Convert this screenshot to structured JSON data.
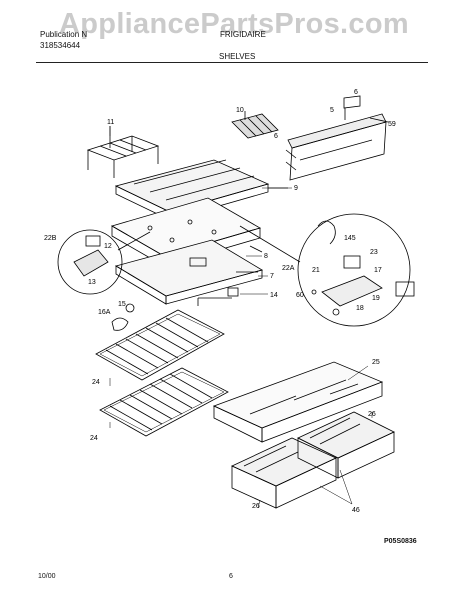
{
  "watermark": "AppliancePartsPros.com",
  "header": {
    "left_line1": "Publication N",
    "left_line2": "318534644",
    "brand": "FRIGIDAIRE",
    "section_title": "SHELVES"
  },
  "footer": {
    "date": "10/00",
    "page": "6",
    "drawing_code": "P05S0836"
  },
  "callouts": {
    "c11": "11",
    "c10": "10",
    "c6a": "6",
    "c5": "5",
    "c6b": "6",
    "c59": "59",
    "c9": "9",
    "c22b": "22B",
    "c12": "12",
    "c13": "13",
    "c8": "8",
    "c7": "7",
    "c14": "14",
    "c145": "145",
    "c22a": "22A",
    "c23": "23",
    "c21": "21",
    "c17": "17",
    "c60": "60",
    "c19": "19",
    "c18": "18",
    "c15": "15",
    "c16a": "16A",
    "c24a": "24",
    "c24b": "24",
    "c25": "25",
    "c26a": "26",
    "c26b": "26",
    "c46": "46"
  }
}
